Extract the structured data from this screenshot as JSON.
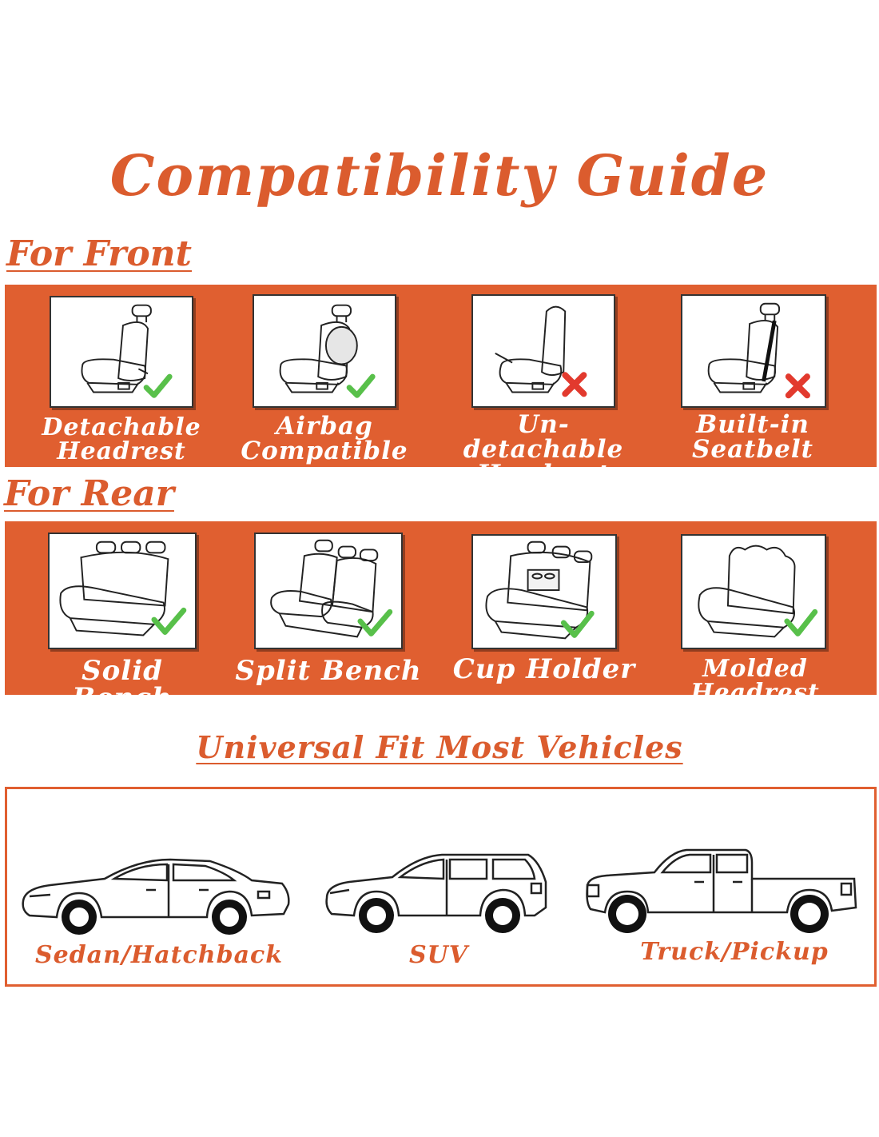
{
  "page": {
    "title": "Compatibility Guide",
    "accent_color": "#e05f30",
    "accent_text_color": "#db5c2e"
  },
  "front": {
    "heading": "For Front",
    "items": [
      {
        "line1": "Detachable",
        "line2": "Headrest",
        "icon": "seat-with-detachable-headrest-icon",
        "status": "check"
      },
      {
        "line1": "Airbag",
        "line2": "Compatible",
        "icon": "seat-with-airbag-icon",
        "status": "check"
      },
      {
        "line1": "Un-detachable",
        "line2": "Headrest",
        "icon": "seat-with-fixed-headrest-icon",
        "status": "cross"
      },
      {
        "line1": "Built-in",
        "line2": "Seatbelt",
        "icon": "seat-with-built-in-seatbelt-icon",
        "status": "cross"
      }
    ]
  },
  "rear": {
    "heading": "For Rear",
    "items": [
      {
        "label": "Solid Bench",
        "icon": "solid-bench-seat-icon",
        "status": "check"
      },
      {
        "label": "Split Bench",
        "icon": "split-bench-seat-icon",
        "status": "check"
      },
      {
        "label": "Cup Holder",
        "icon": "bench-with-cup-holder-icon",
        "status": "check"
      },
      {
        "label": "Molded Headrest",
        "icon": "bench-with-molded-headrest-icon",
        "status": "check"
      }
    ]
  },
  "vehicles": {
    "heading": "Universal Fit Most Vehicles",
    "items": [
      {
        "label": "Sedan/Hatchback",
        "icon": "sedan-car-icon"
      },
      {
        "label": "SUV",
        "icon": "suv-car-icon"
      },
      {
        "label": "Truck/Pickup",
        "icon": "pickup-truck-icon"
      }
    ]
  }
}
